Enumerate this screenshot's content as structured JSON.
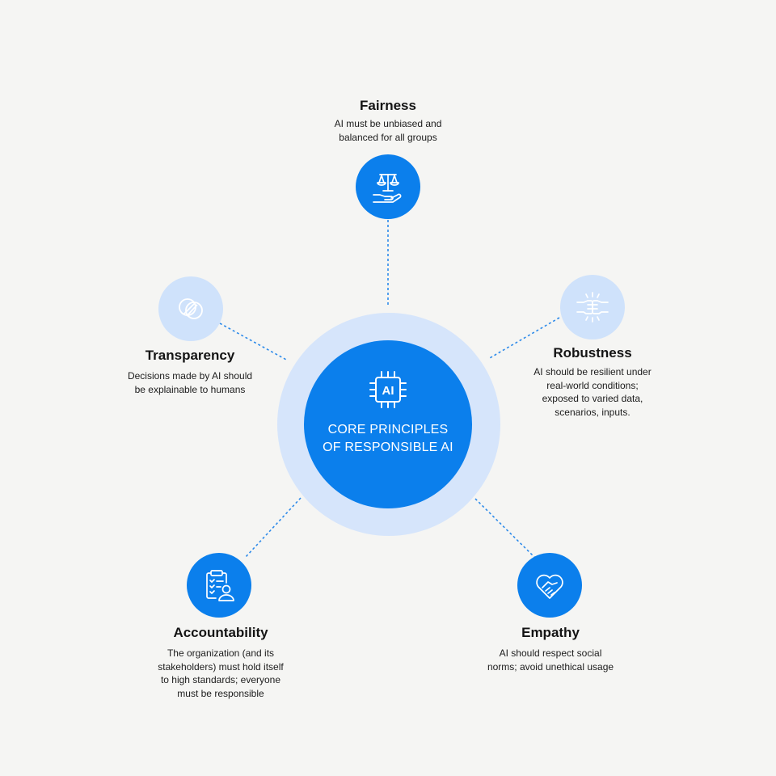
{
  "hub": {
    "chip_label": "AI",
    "title_lines": [
      "CORE PRINCIPLES",
      "OF RESPONSIBLE AI"
    ]
  },
  "principles": {
    "fairness": {
      "title": "Fairness",
      "desc": [
        "AI must be unbiased and",
        "balanced for all groups"
      ],
      "icon": "scales-hand-icon"
    },
    "transparency": {
      "title": "Transparency",
      "desc": [
        "Decisions made by AI should",
        "be explainable to humans"
      ],
      "icon": "overlapping-circles-icon"
    },
    "robustness": {
      "title": "Robustness",
      "desc": [
        "AI should be resilient under",
        "real-world conditions;",
        "exposed to varied data,",
        "scenarios, inputs."
      ],
      "icon": "fist-bump-icon"
    },
    "accountability": {
      "title": "Accountability",
      "desc": [
        "The organization (and its",
        "stakeholders) must hold itself",
        "to high standards; everyone",
        "must be responsible"
      ],
      "icon": "clipboard-person-icon"
    },
    "empathy": {
      "title": "Empathy",
      "desc": [
        "AI should respect social",
        "norms; avoid unethical usage"
      ],
      "icon": "heart-handshake-icon"
    }
  },
  "colors": {
    "background": "#f5f5f3",
    "primary_blue": "#0b7fec",
    "soft_blue": "#cfe2fb",
    "halo_blue": "#d6e5fb",
    "connector": "#2e8bea"
  }
}
